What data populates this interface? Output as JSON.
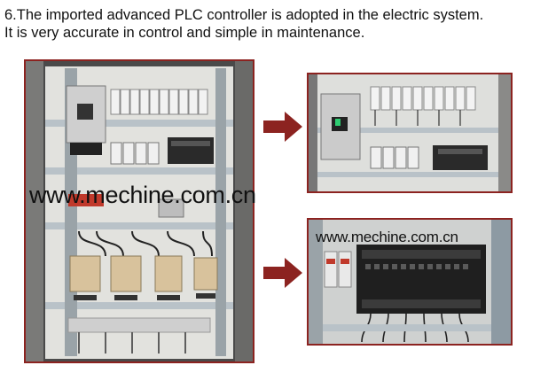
{
  "caption": {
    "line1": "6.The imported advanced PLC controller is adopted in the electric system.",
    "line2": "It is very accurate in control and simple in maintenance."
  },
  "watermarks": {
    "main": "www.mechine.com.cn",
    "small": "www.mechine.com.cn"
  },
  "colors": {
    "frame": "#8c2320",
    "arrow": "#8c2320",
    "cabinet_panel": "#e6e6e2",
    "cabinet_dark": "#3c3c3c",
    "contactor": "#d8c29c",
    "plc_body": "#1f1f1f"
  },
  "icons": {
    "arrow_1": "right-arrow-icon",
    "arrow_2": "right-arrow-icon"
  }
}
